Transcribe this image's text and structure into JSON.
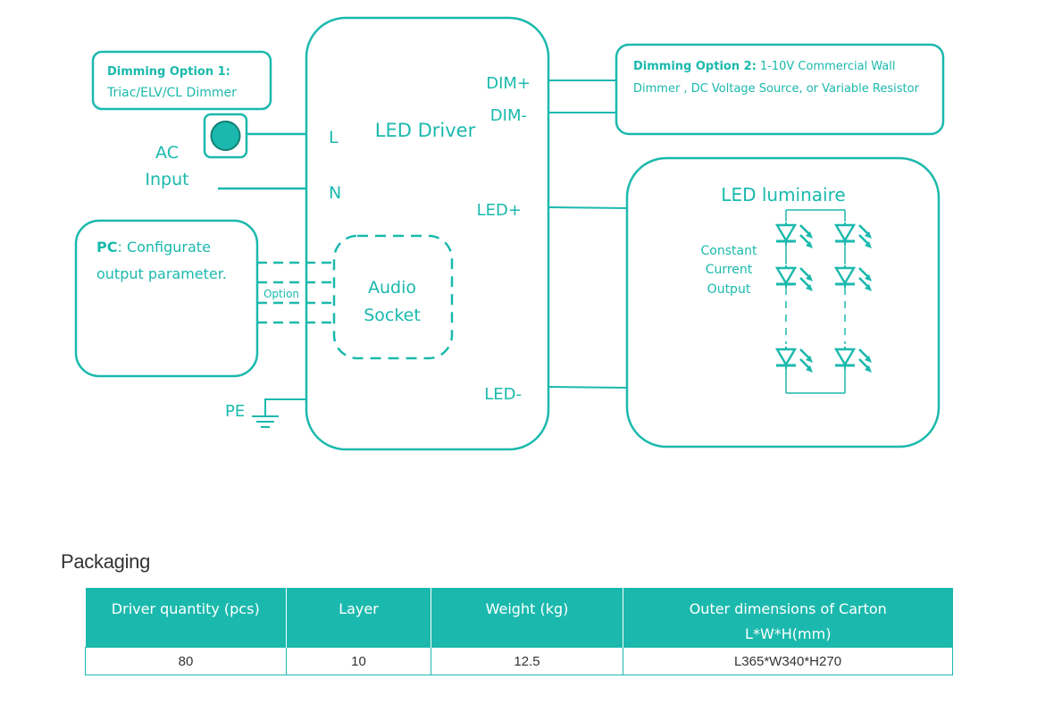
{
  "diagram": {
    "dimming_option_1": {
      "title": "Dimming Option 1:",
      "subtitle": "Triac/ELV/CL Dimmer"
    },
    "ac_input": {
      "line1": "AC",
      "line2": "Input"
    },
    "driver": {
      "title": "LED Driver",
      "L": "L",
      "N": "N",
      "dim_plus": "DIM+",
      "dim_minus": "DIM-",
      "led_plus": "LED+",
      "led_minus": "LED-"
    },
    "dimming_option_2": {
      "title": "Dimming Option 2:",
      "line1_rest": "1-10V Commercial Wall",
      "line2": "Dimmer , DC Voltage Source, or Variable Resistor"
    },
    "pc": {
      "bold": "PC",
      "line1_rest": ": Configurate",
      "line2": "output parameter."
    },
    "option_label": "Option",
    "audio_socket": {
      "line1": "Audio",
      "line2": "Socket"
    },
    "luminaire": {
      "title": "LED luminaire",
      "cc_line1": "Constant",
      "cc_line2": "Current",
      "cc_line3": "Output"
    },
    "pe_label": "PE",
    "accent_color": "#1bb9ad"
  },
  "packaging": {
    "title": "Packaging",
    "headers": [
      "Driver quantity (pcs)",
      "Layer",
      "Weight (kg)",
      "Outer dimensions of Carton",
      "L*W*H(mm)"
    ],
    "row": [
      "80",
      "10",
      "12.5",
      "L365*W340*H270"
    ]
  }
}
